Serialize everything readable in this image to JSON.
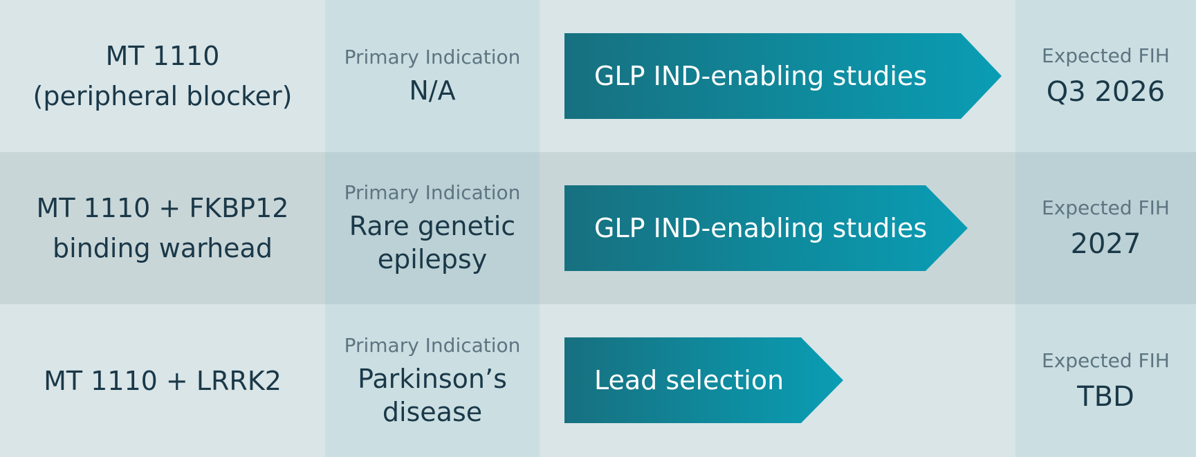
{
  "rows": [
    {
      "program": "MT 1110\n(peripheral blocker)",
      "indication_label": "Primary Indication",
      "indication": "N/A",
      "stage": "GLP IND-enabling studies",
      "fih_label": "Expected FIH",
      "fih": "Q3 2026"
    },
    {
      "program": "MT 1110 + FKBP12\nbinding warhead",
      "indication_label": "Primary Indication",
      "indication": "Rare genetic\nepilepsy",
      "stage": "GLP IND-enabling studies",
      "fih_label": "Expected FIH",
      "fih": "2027"
    },
    {
      "program": "MT 1110 + LRRK2",
      "indication_label": "Primary Indication",
      "indication": "Parkinson’s\ndisease",
      "stage": "Lead selection",
      "fih_label": "Expected FIH",
      "fih": "TBD"
    }
  ],
  "colors": {
    "text_dark": "#1a3848",
    "text_muted": "#5d7582",
    "arrow_start": "#17707f",
    "arrow_end": "#0a9db4"
  }
}
